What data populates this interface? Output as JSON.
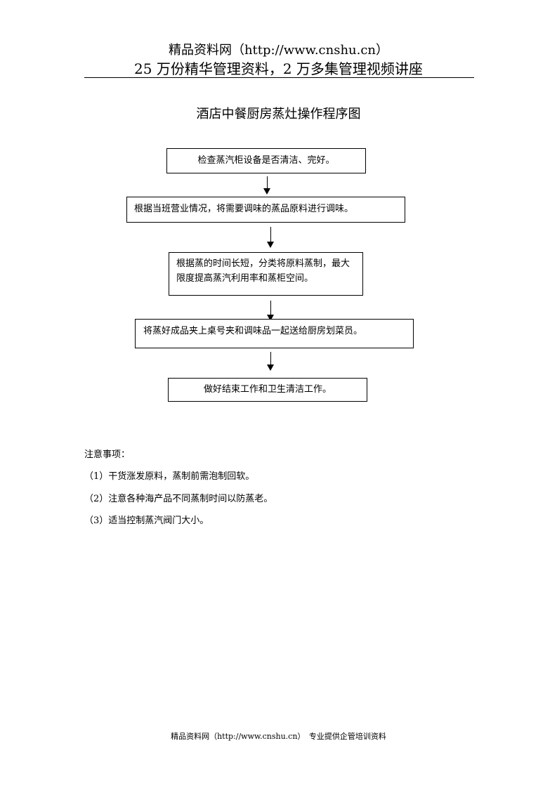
{
  "header": {
    "line1": "精品资料网（http://www.cnshu.cn）",
    "line2": "25 万份精华管理资料，2 万多集管理视频讲座"
  },
  "title": "酒店中餐厨房蒸灶操作程序图",
  "flow": {
    "steps": [
      "检查蒸汽柜设备是否清洁、完好。",
      "根据当班营业情况，将需要调味的蒸品原料进行调味。",
      "根据蒸的时间长短，分类将原料蒸制，最大限度提高蒸汽利用率和蒸柜空间。",
      "将蒸好成品夹上桌号夹和调味品一起送给厨房划菜员。",
      "做好结束工作和卫生清洁工作。"
    ]
  },
  "notes": {
    "heading": "注意事项：",
    "items": [
      "（1）干货涨发原料，蒸制前需泡制回软。",
      "（2）注意各种海产品不同蒸制时间以防蒸老。",
      "（3）适当控制蒸汽阀门大小。"
    ]
  },
  "footer": {
    "text": "精品资料网（http://www.cnshu.cn）　专业提供企管培训资料"
  }
}
